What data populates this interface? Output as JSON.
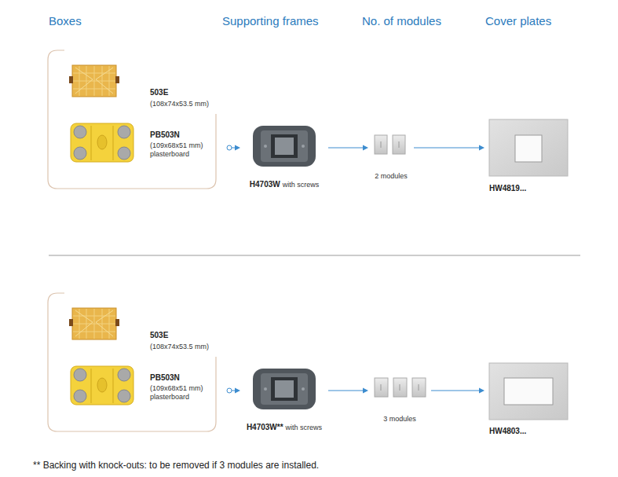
{
  "diagram": {
    "nodes": [
      {
        "text": []
      },
      {
        "text": [
          "503E",
          "(108x74x53.5 mm)"
        ],
        "in": 0
      },
      {
        "text": [
          "PB503N",
          "(109x68x51 mm)",
          "plasterboard"
        ],
        "in": 0
      },
      {
        "text": [
          "H4703W",
          "with screws"
        ]
      },
      {
        "text": [
          "2 modules"
        ]
      },
      {
        "text": [
          "HW4819..."
        ]
      },
      {
        "text": []
      },
      {
        "text": [
          "503E",
          "(108x74x53.5 mm)"
        ],
        "in": 6
      },
      {
        "text": [
          "PB503N",
          "(109x68x51 mm)",
          "plasterboard"
        ],
        "in": 6
      },
      {
        "text": [
          "H4703W**",
          "with screws"
        ]
      },
      {
        "text": [
          "3 modules"
        ]
      },
      {
        "text": [
          "HW4803..."
        ]
      }
    ],
    "edges": [
      {
        "from": 0,
        "to": 3,
        "arrow": "to"
      },
      {
        "from": 3,
        "to": 4,
        "arrow": "to"
      },
      {
        "from": 4,
        "to": 5,
        "arrow": "to"
      },
      {
        "from": 6,
        "to": 9,
        "arrow": "to"
      },
      {
        "from": 9,
        "to": 10,
        "arrow": "to"
      },
      {
        "from": 10,
        "to": 11,
        "arrow": "to"
      }
    ],
    "labels": [
      "Boxes",
      "Supporting frames",
      "No. of modules",
      "Cover plates",
      "** Backing with knock-outs: to be removed if 3 modules are installed."
    ]
  }
}
